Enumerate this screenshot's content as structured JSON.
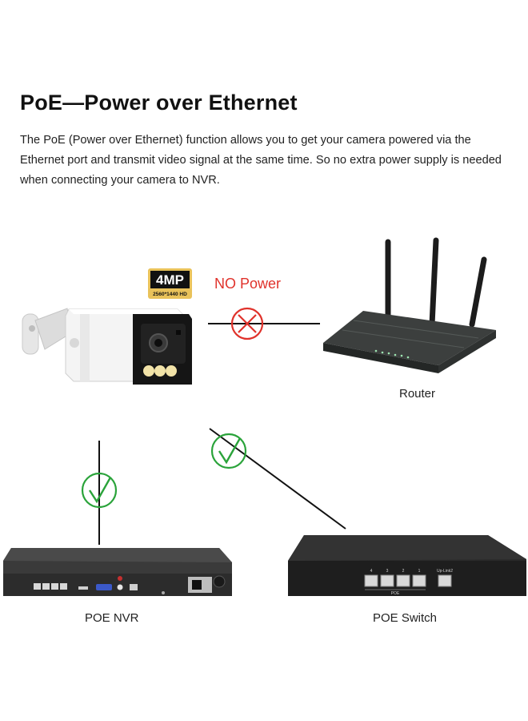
{
  "title": "PoE—Power over Ethernet",
  "description": "The PoE (Power over Ethernet) function allows you to get your camera powered via the Ethernet port and transmit video signal at the same time. So no extra power supply is needed when connecting your camera to NVR.",
  "no_power_label": "NO Power",
  "badge": {
    "main": "4MP",
    "sub": "2560*1440 HD"
  },
  "devices": {
    "router": "Router",
    "nvr": "POE NVR",
    "switch": "POE Switch"
  },
  "switch_ports": {
    "numbers": [
      "4",
      "3",
      "2",
      "1"
    ],
    "uplink": "Up-Link2",
    "group": "POE"
  },
  "colors": {
    "no_power": "#e0322b",
    "check": "#2aa33a",
    "title": "#111111"
  }
}
